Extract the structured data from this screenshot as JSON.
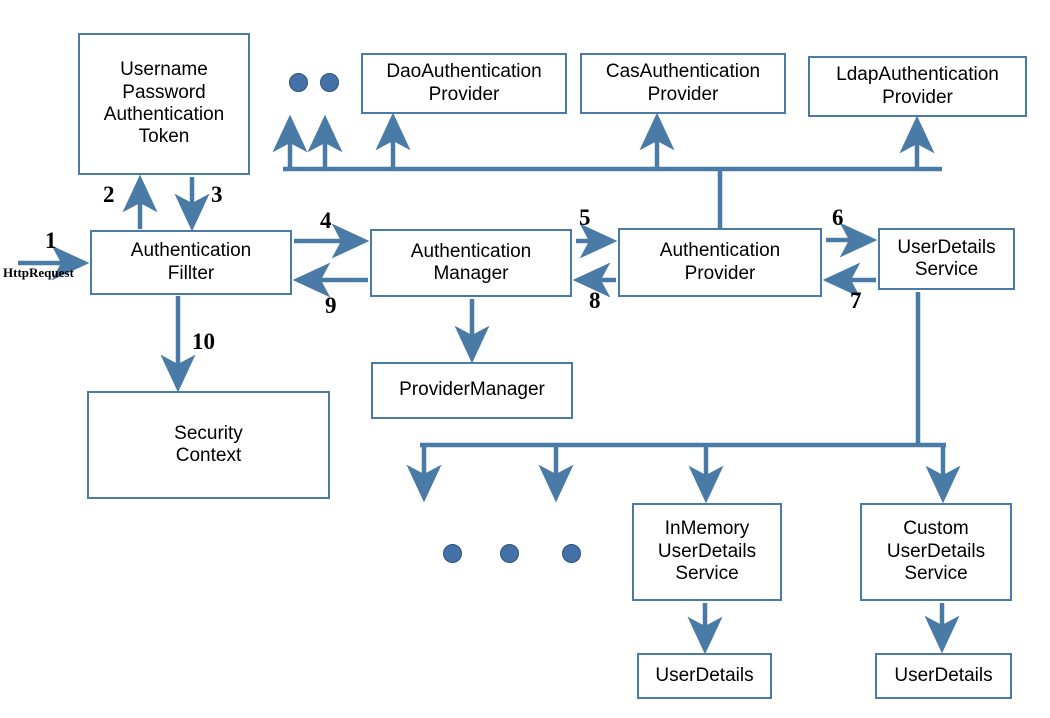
{
  "diagram": {
    "title": "Spring Security Authentication Flow",
    "accent_color": "#4a7ba7",
    "dot_color": "#4472a8",
    "background": "#ffffff"
  },
  "boxes": {
    "username_password_token": "Username\nPassword\nAuthentication\nToken",
    "dao_provider": "DaoAuthentication\nProvider",
    "cas_provider": "CasAuthentication\nProvider",
    "ldap_provider": "LdapAuthentication\nProvider",
    "authentication_filter": "Authentication\nFillter",
    "authentication_manager": "Authentication\nManager",
    "authentication_provider": "Authentication\nProvider",
    "userdetails_service": "UserDetails\nService",
    "provider_manager": "ProviderManager",
    "security_context": "Security\nContext",
    "inmemory_userdetails_service": "InMemory\nUserDetails\nService",
    "custom_userdetails_service": "Custom\nUserDetails\nService",
    "userdetails_left": "UserDetails",
    "userdetails_right": "UserDetails"
  },
  "labels": {
    "http_request": "HttpRequest",
    "step_1": "1",
    "step_2": "2",
    "step_3": "3",
    "step_4": "4",
    "step_5": "5",
    "step_6": "6",
    "step_7": "7",
    "step_8": "8",
    "step_9": "9",
    "step_10": "10"
  }
}
